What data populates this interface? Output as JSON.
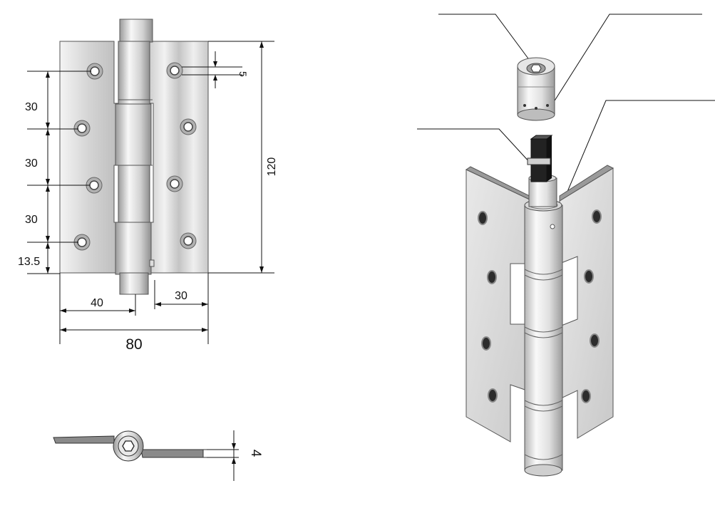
{
  "dimensions": {
    "hole_spacing_1": "30",
    "hole_spacing_2": "30",
    "hole_spacing_3": "30",
    "bottom_offset": "13.5",
    "hole_diameter": "5",
    "height": "120",
    "pin_offset": "40",
    "leaf_offset": "30",
    "total_width": "80",
    "thickness": "4"
  },
  "colors": {
    "line": "#111111",
    "metal_light": "#eeeeee",
    "metal_mid": "#c8c8c8",
    "metal_dark": "#8e8e8e",
    "hole_dark": "#333333"
  }
}
